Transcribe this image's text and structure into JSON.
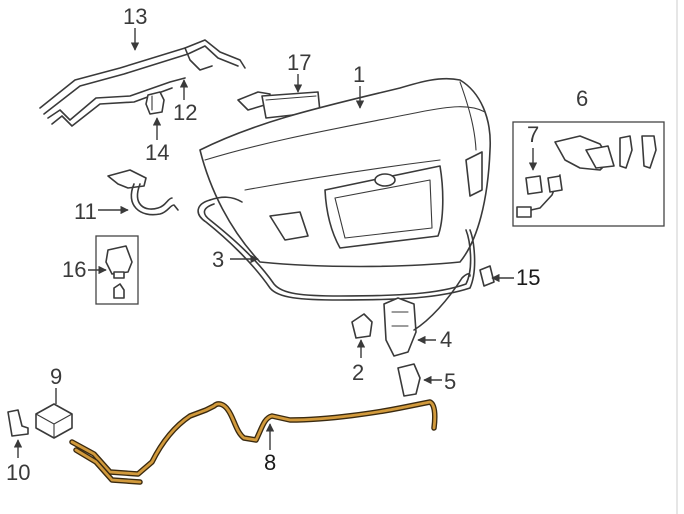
{
  "callouts": {
    "c1": "1",
    "c2": "2",
    "c3": "3",
    "c4": "4",
    "c5": "5",
    "c6": "6",
    "c7": "7",
    "c8": "8",
    "c9": "9",
    "c10": "10",
    "c11": "11",
    "c12": "12",
    "c13": "13",
    "c14": "14",
    "c15": "15",
    "c16": "16",
    "c17": "17"
  },
  "colors": {
    "line": "#3a3a3a",
    "highlight_outer": "#3a2a10",
    "highlight_inner": "#d29a3c",
    "background": "#ffffff"
  }
}
